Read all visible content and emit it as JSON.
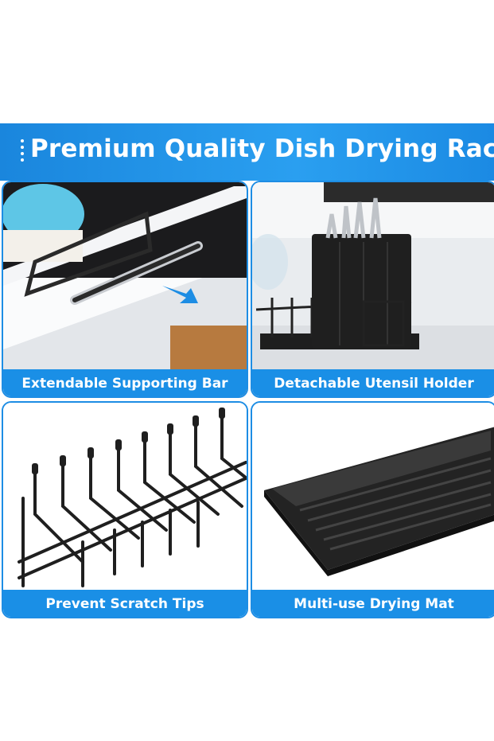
{
  "banner": {
    "title": "Premium Quality Dish Drying Rack"
  },
  "panels": [
    {
      "caption": "Extendable Supporting Bar"
    },
    {
      "caption": "Detachable Utensil Holder"
    },
    {
      "caption": "Prevent Scratch Tips"
    },
    {
      "caption": "Multi-use Drying Mat"
    }
  ],
  "colors": {
    "accent": "#1a8fe6",
    "rack": "#1c1c1c"
  }
}
